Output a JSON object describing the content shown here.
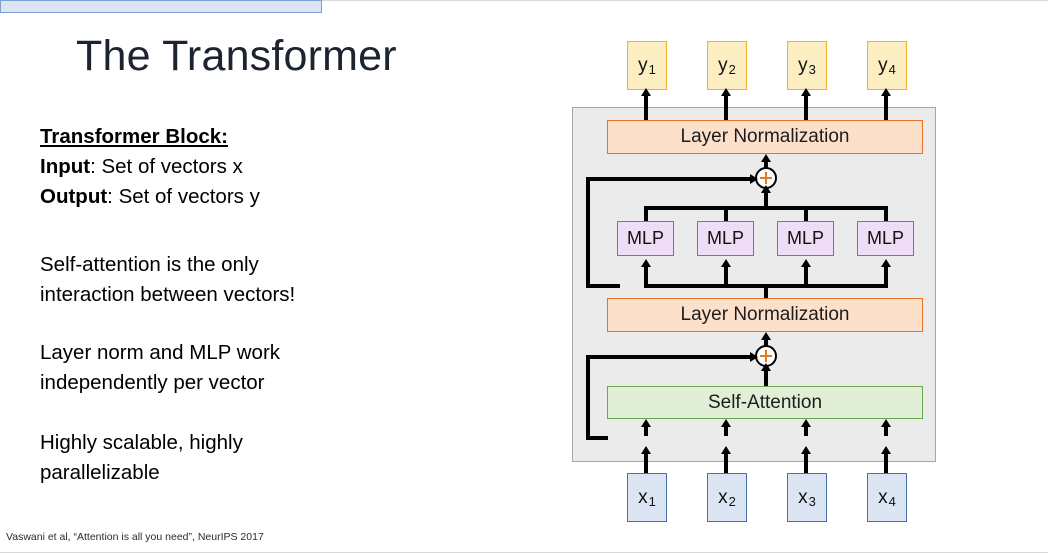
{
  "slide": {
    "title": "The Transformer",
    "citation": "Vaswani et al, “Attention is all you need”, NeurIPS 2017"
  },
  "body": {
    "block_heading": "Transformer Block:",
    "input_label": "Input",
    "input_text": ": Set of vectors x",
    "output_label": "Output",
    "output_text": ": Set of vectors y",
    "para_attention_line1": "Self-attention is the only",
    "para_attention_line2": "interaction between vectors!",
    "para_norm_line1": "Layer norm and MLP work",
    "para_norm_line2": "independently per vector",
    "para_scale_line1": "Highly scalable, highly",
    "para_scale_line2": "parallelizable"
  },
  "diagram": {
    "panel_name": "transformer-block",
    "outputs": [
      {
        "base": "y",
        "sub": "1"
      },
      {
        "base": "y",
        "sub": "2"
      },
      {
        "base": "y",
        "sub": "3"
      },
      {
        "base": "y",
        "sub": "4"
      }
    ],
    "inputs": [
      {
        "base": "x",
        "sub": "1"
      },
      {
        "base": "x",
        "sub": "2"
      },
      {
        "base": "x",
        "sub": "3"
      },
      {
        "base": "x",
        "sub": "4"
      }
    ],
    "layer_norm_top": "Layer Normalization",
    "layer_norm_bottom": "Layer Normalization",
    "self_attention": "Self-Attention",
    "mlps": [
      "MLP",
      "MLP",
      "MLP",
      "MLP"
    ],
    "residual_symbol": "+",
    "colors": {
      "panel_fill": "#ebebeb",
      "panel_border": "#a6a6a6",
      "output_fill": "#fdeec2",
      "output_border": "#f0b323",
      "input_fill": "#dce5f4",
      "input_border": "#4472a8",
      "layer_norm_fill": "#fce0ca",
      "layer_norm_border": "#e3742a",
      "self_attention_fill": "#e0efd5",
      "self_attention_border": "#6aa84f",
      "mlp_fill": "#eeddf5",
      "mlp_border": "#b44ec4",
      "wire": "#000000",
      "plus_glyph": "#e07b1f",
      "title": "#1b2430"
    }
  }
}
